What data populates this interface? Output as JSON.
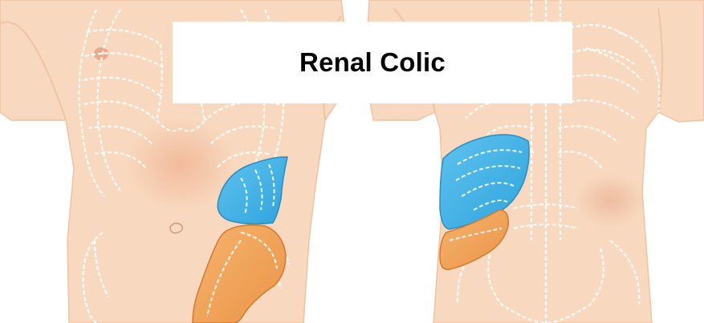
{
  "title": "Renal Colic",
  "colors": {
    "skin": "#f8d9bf",
    "skin_shade": "#efc3a3",
    "skeleton_line": "#ffffff",
    "kidney_pain_zone": "#47b3e6",
    "kidney_pain_zone_edge": "#2b8cc0",
    "referred_pain_zone": "#f0a25a",
    "referred_pain_zone_edge": "#d4792c"
  },
  "panels": [
    {
      "view": "anterior",
      "pain_zones": [
        "kidney-pain-zone",
        "referred-pain-zone"
      ]
    },
    {
      "view": "posterior",
      "pain_zones": [
        "kidney-pain-zone",
        "referred-pain-zone"
      ]
    }
  ]
}
